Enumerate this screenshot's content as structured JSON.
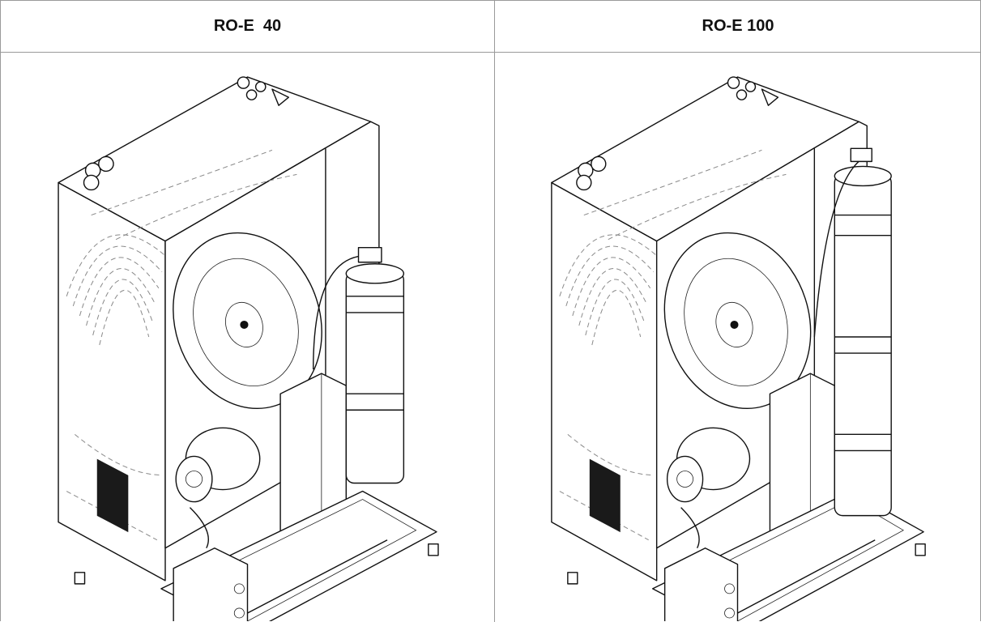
{
  "columns": [
    {
      "title": "RO-E  40",
      "variant": "short"
    },
    {
      "title": "RO-E 100",
      "variant": "tall"
    }
  ],
  "colors": {
    "border": "#9a9a9a",
    "line": "#111111"
  }
}
